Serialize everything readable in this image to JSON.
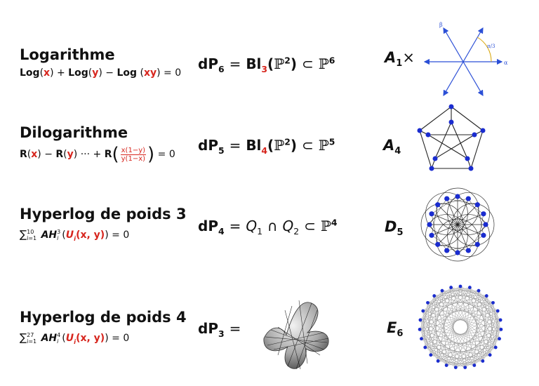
{
  "rows": [
    {
      "title": "Logarithme",
      "equation": {
        "log": "Log",
        "x": "x",
        "y": "y",
        "xy": "xy",
        "plus": "+",
        "minus": "−",
        "equals_zero": "= 0"
      },
      "surface": {
        "dp": "dP",
        "index": "6",
        "eq": "=",
        "bl": "Bl",
        "bl_index": "3",
        "p": "ℙ",
        "p_exp": "2",
        "subset": "⊂",
        "p_target_exp": "6"
      },
      "lie": {
        "letter": "A",
        "index": "1",
        "suffix": "×"
      }
    },
    {
      "title": "Dilogarithme",
      "equation": {
        "r": "R",
        "x": "x",
        "y": "y",
        "dots": "···",
        "plus": "+",
        "minus": "−",
        "frac_num": "x(1−y)",
        "frac_den": "y(1−x)",
        "equals_zero": "= 0"
      },
      "surface": {
        "dp": "dP",
        "index": "5",
        "eq": "=",
        "bl": "Bl",
        "bl_index": "4",
        "p": "ℙ",
        "p_exp": "2",
        "subset": "⊂",
        "p_target_exp": "5"
      },
      "lie": {
        "letter": "A",
        "index": "4"
      }
    },
    {
      "title": "Hyperlog de poids 3",
      "equation": {
        "sum": "∑",
        "upper": "10",
        "lower": "i=1",
        "ah": "AH",
        "ah_sup": "3",
        "ah_sub": "i",
        "u": "U",
        "u_sub": "i",
        "args": "(x, y)",
        "equals_zero": "= 0"
      },
      "surface": {
        "dp": "dP",
        "index": "4",
        "eq": "=",
        "q1": "Q",
        "q1_sub": "1",
        "cap": "∩",
        "q2": "Q",
        "q2_sub": "2",
        "subset": "⊂",
        "p": "ℙ",
        "p_target_exp": "4"
      },
      "lie": {
        "letter": "D",
        "index": "5"
      }
    },
    {
      "title": "Hyperlog de poids 4",
      "equation": {
        "sum": "∑",
        "upper": "27",
        "lower": "i=1",
        "ah": "AH",
        "ah_sup": "4",
        "ah_sub": "i",
        "u": "U",
        "u_sub": "i",
        "args": "(x, y)",
        "equals_zero": "= 0"
      },
      "surface": {
        "dp": "dP",
        "index": "3",
        "eq": "="
      },
      "lie": {
        "letter": "E",
        "index": "6"
      }
    }
  ],
  "root_system": {
    "alpha": "α",
    "beta": "β",
    "angle": "π/3"
  },
  "colors": {
    "red": "#d7261e",
    "blue": "#2b4fd6",
    "node": "#1a2ccf"
  }
}
